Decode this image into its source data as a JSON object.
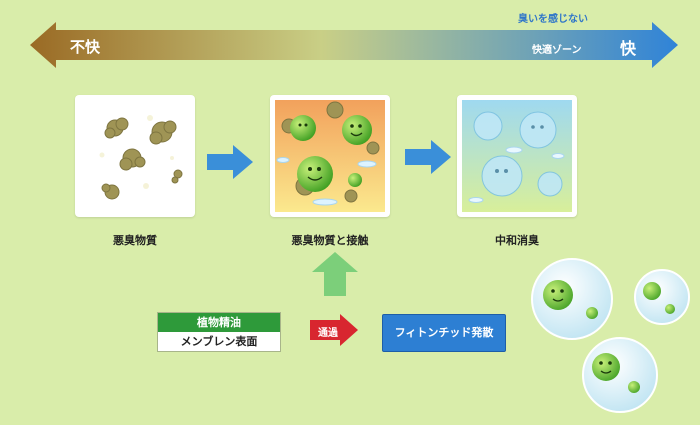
{
  "scale": {
    "top_caption": "臭いを感じない",
    "left_label": "不快",
    "zone_label": "快適ゾーン",
    "right_label": "快",
    "colors": {
      "left": "#9a6a24",
      "right": "#2f83d8"
    }
  },
  "stages": [
    {
      "caption": "悪臭物質"
    },
    {
      "caption": "悪臭物質と接触"
    },
    {
      "caption": "中和消臭"
    }
  ],
  "source": {
    "oil_label": "植物精油",
    "membrane_label": "メンブレン表面",
    "pass_label": "通過",
    "release_label": "フィトンチッド発散"
  },
  "colors": {
    "background": "#d9edaa",
    "arrow_blue": "#3a8fd9",
    "arrow_green": "#7ccf7a",
    "arrow_red": "#d8262f",
    "oil_green": "#2e9a3a",
    "release_blue": "#2d7fd3"
  }
}
